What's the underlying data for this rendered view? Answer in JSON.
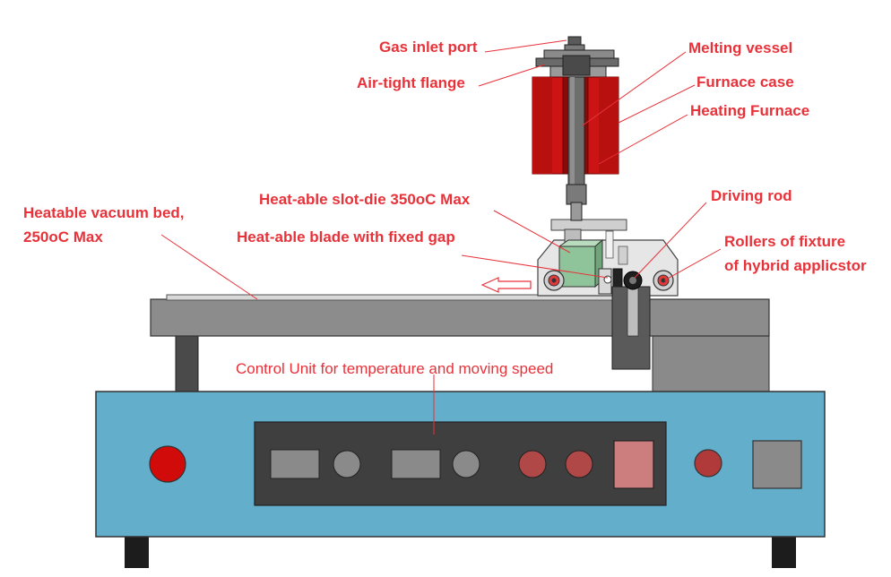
{
  "colors": {
    "label": "#e8323a",
    "leader": "#e8323a",
    "furnace": "#cc1414",
    "base": "#62aecb",
    "panel": "#3f3f3f",
    "bed": "#8c8c8c"
  },
  "labels": {
    "gas_inlet_port": "Gas inlet port",
    "air_tight_flange": "Air-tight flange",
    "melting_vessel": "Melting vessel",
    "furnace_case": "Furnace case",
    "heating_furnace": "Heating Furnace",
    "heatable_bed_line1": "Heatable vacuum bed,",
    "heatable_bed_line2": "250oC Max",
    "slot_die": "Heat-able slot-die 350oC Max",
    "blade": "Heat-able blade with fixed gap",
    "driving_rod": "Driving rod",
    "rollers_line1": "Rollers of fixture",
    "rollers_line2": "of hybrid applicstor",
    "control_unit": "Control Unit for temperature and moving speed"
  }
}
